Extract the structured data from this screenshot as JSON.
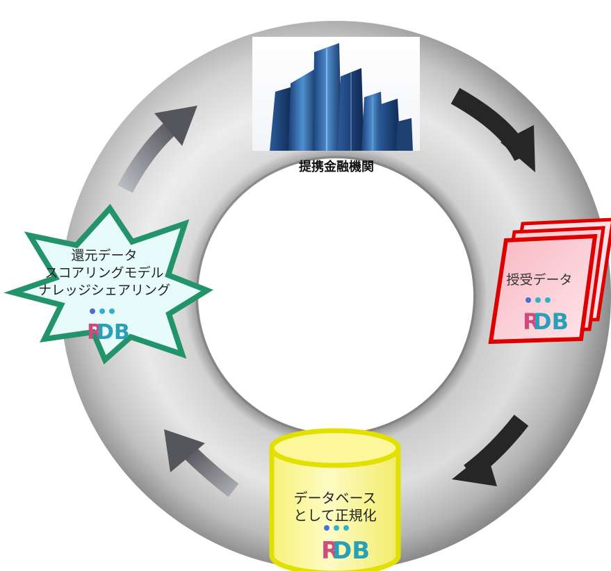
{
  "nodes": {
    "bank": {
      "label": "提携金融機関"
    },
    "exchange": {
      "label": "授受データ",
      "logo_text": "RDB"
    },
    "database": {
      "label_line1": "データベース",
      "label_line2": "として正規化",
      "logo_text": "RDB"
    },
    "feedback": {
      "lines": [
        "還元データ",
        "スコアリングモデル",
        "ナレッジシェアリング"
      ],
      "logo_text": "RDB"
    }
  },
  "colors": {
    "ring": "#c9c9c9",
    "exchange_border": "#dd0000",
    "exchange_fill": "#f7cfd3",
    "database_border": "#e2e000",
    "database_fill": "#fbf79a",
    "feedback_border": "#23936a",
    "feedback_fill": "#e8fbfb",
    "arrow_dark": "#262626",
    "arrow_gray": "#6f6f78"
  },
  "icons": [
    "clockwise-arrow-icon",
    "building-photo",
    "rdb-logo-icon",
    "cylinder-database-icon",
    "document-stack-icon",
    "star-badge-icon"
  ]
}
